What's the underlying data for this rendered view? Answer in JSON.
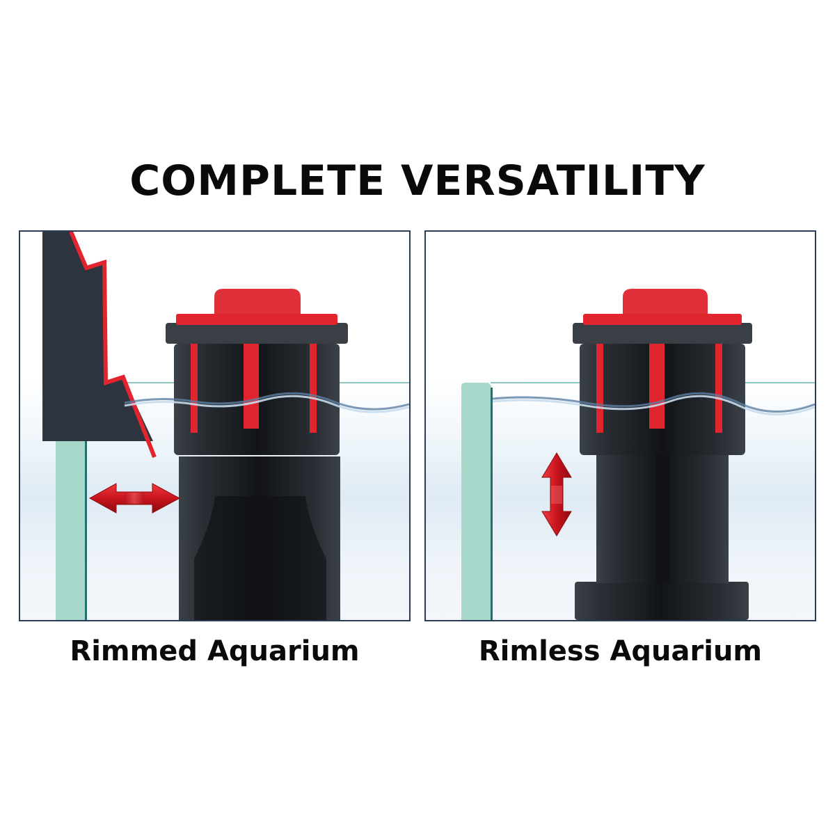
{
  "header": {
    "title": "COMPLETE VERSATILITY"
  },
  "panels": [
    {
      "id": "rimmed",
      "label": "Rimmed Aquarium",
      "arrow": "horizontal-double-arrow",
      "elements": [
        "aquarium-rim-cutaway",
        "glass-pane",
        "water-surface",
        "pump-intake",
        "red-knob"
      ]
    },
    {
      "id": "rimless",
      "label": "Rimless Aquarium",
      "arrow": "vertical-double-arrow",
      "elements": [
        "glass-pane",
        "water-surface",
        "pump-intake",
        "telescoping-tube",
        "red-knob"
      ]
    }
  ],
  "colors": {
    "frame_border": "#2c3b58",
    "accent_red": "#e0252e",
    "pump_dark": "#2f3439",
    "pump_black": "#16191c",
    "glass_mint": "#a8d8cc",
    "glass_edge": "#1f6f73",
    "rim_block": "#2d3440",
    "text": "#0a0a0a"
  }
}
